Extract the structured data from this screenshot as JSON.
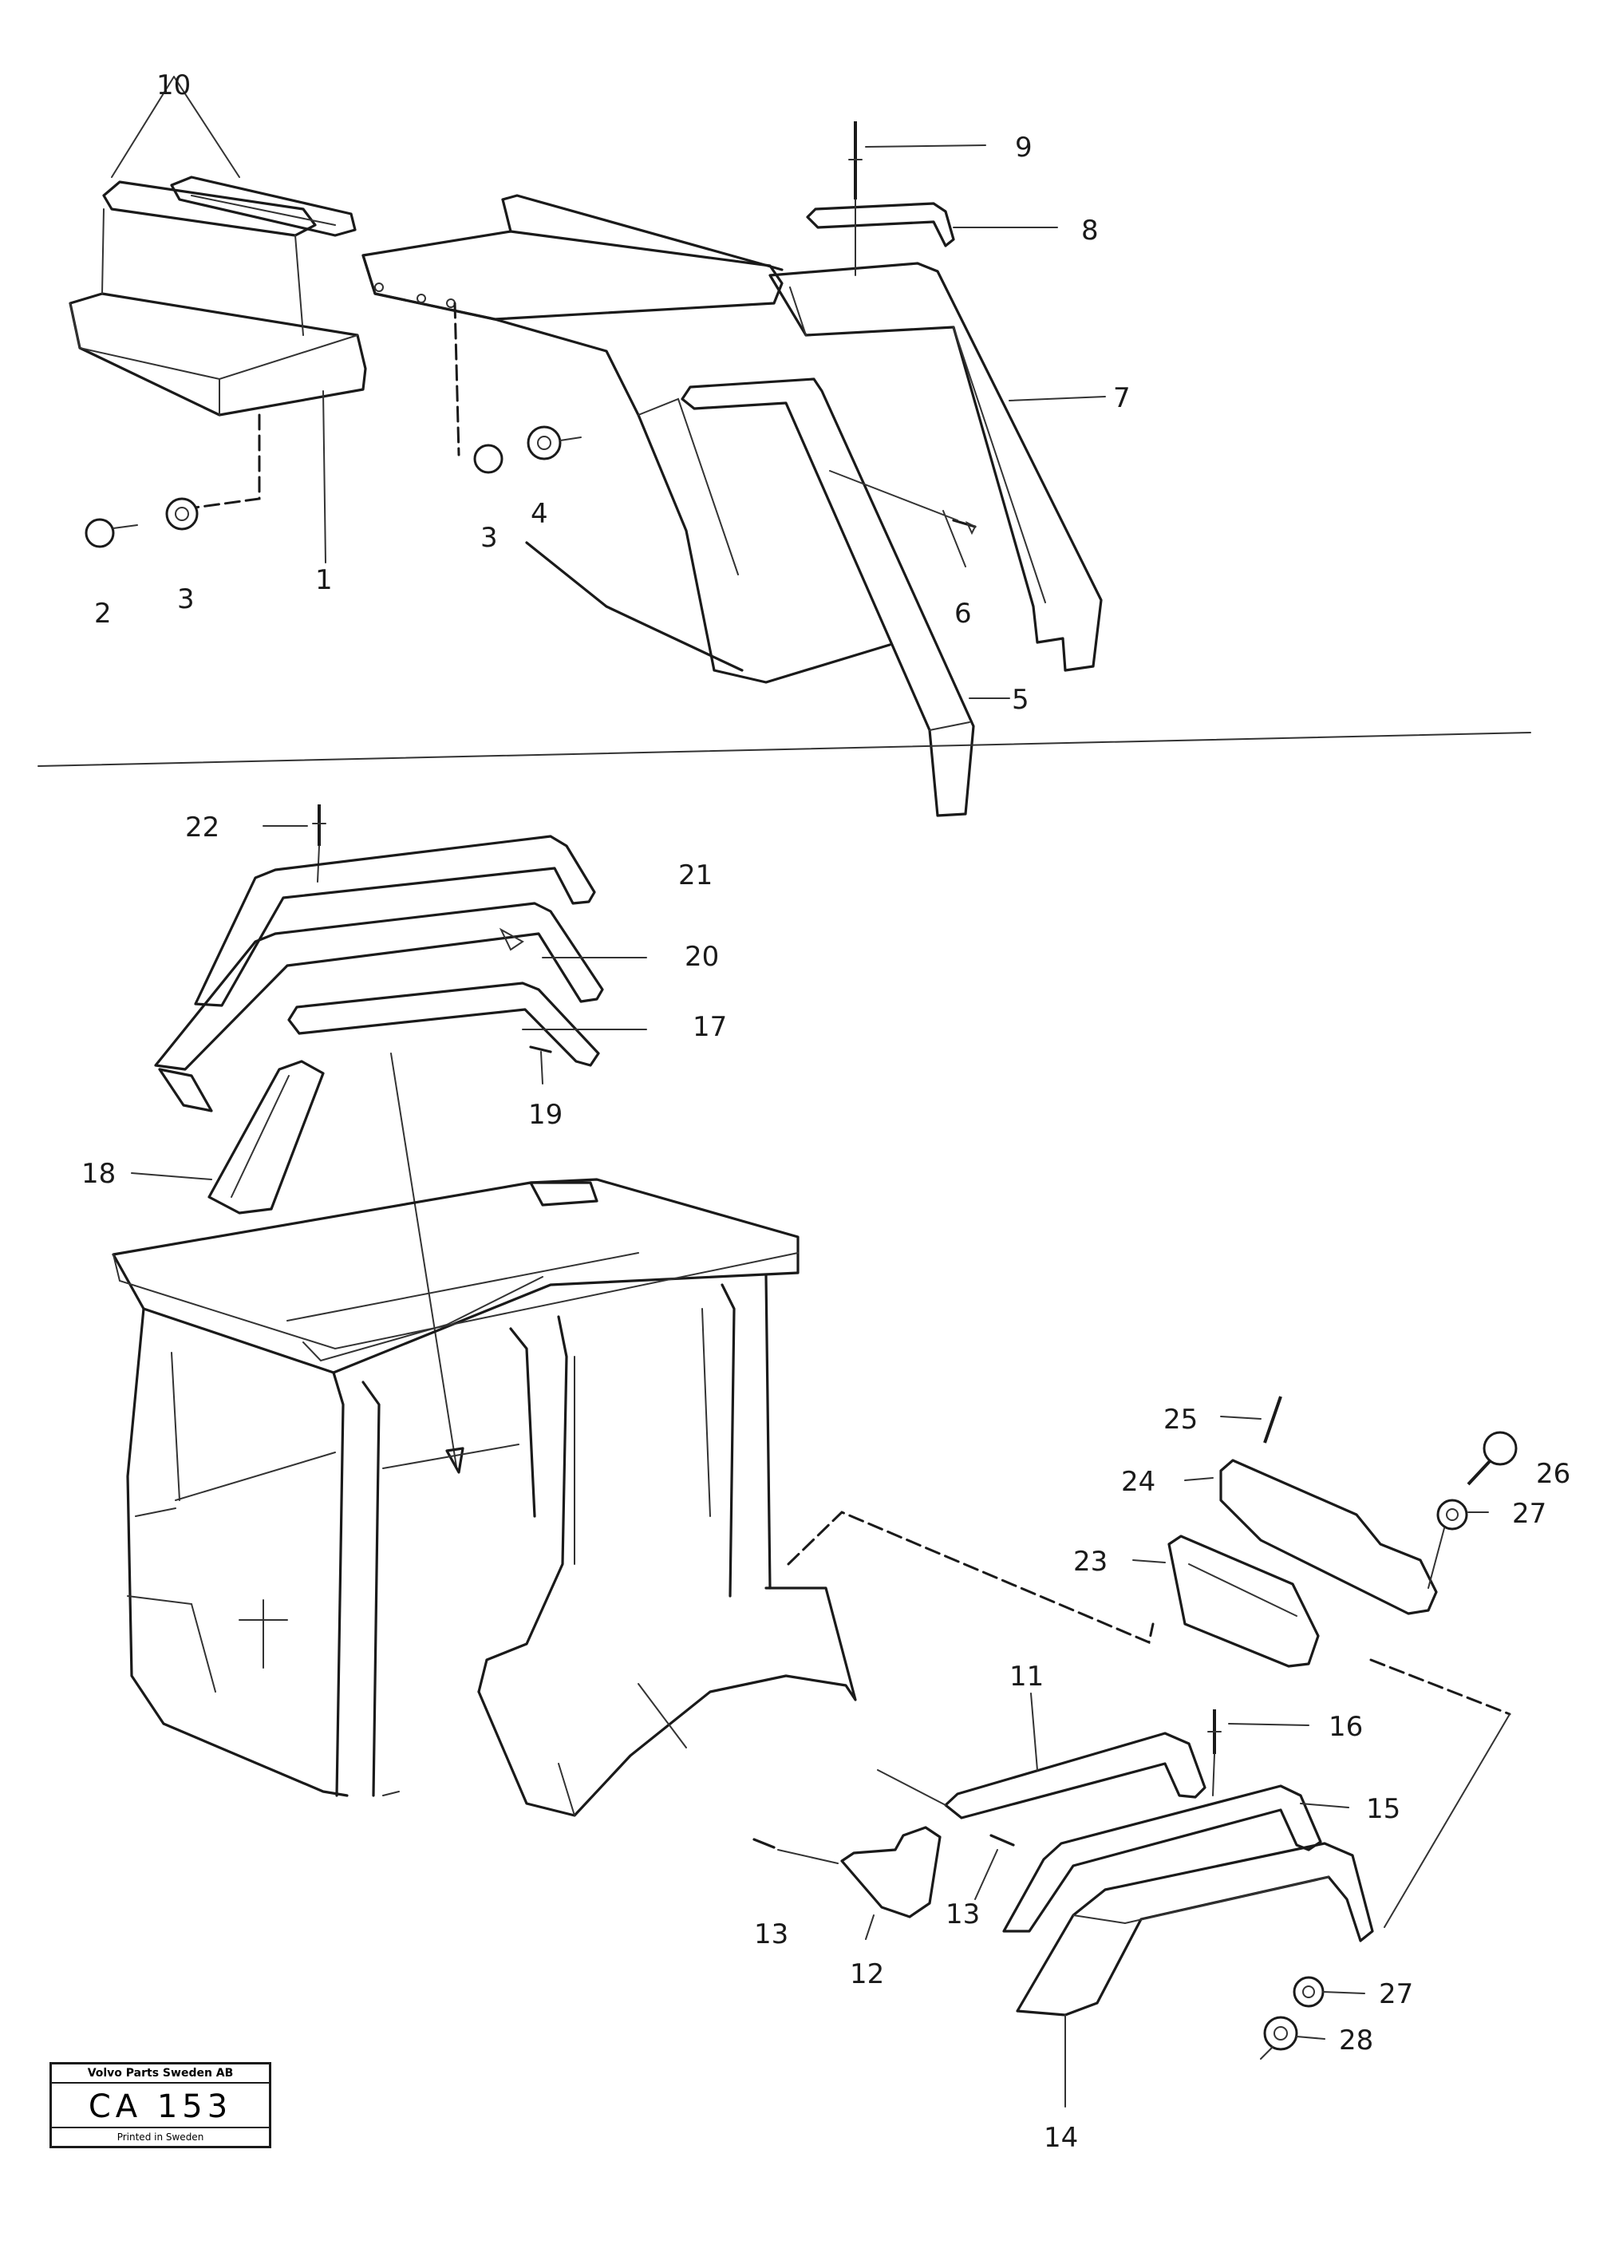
{
  "callouts": {
    "c1": "1",
    "c2": "2",
    "c3a": "3",
    "c3b": "3",
    "c4": "4",
    "c5": "5",
    "c6": "6",
    "c7": "7",
    "c8": "8",
    "c9": "9",
    "c10": "10",
    "c11": "11",
    "c12": "12",
    "c13a": "13",
    "c13b": "13",
    "c14": "14",
    "c15": "15",
    "c16": "16",
    "c17": "17",
    "c18": "18",
    "c19": "19",
    "c20": "20",
    "c21": "21",
    "c22": "22",
    "c23": "23",
    "c24": "24",
    "c25": "25",
    "c26": "26",
    "c27a": "27",
    "c27b": "27",
    "c28": "28"
  },
  "stamp": {
    "header": "Volvo Parts Sweden AB",
    "code": "CA 153",
    "footer": "Printed in Sweden"
  }
}
